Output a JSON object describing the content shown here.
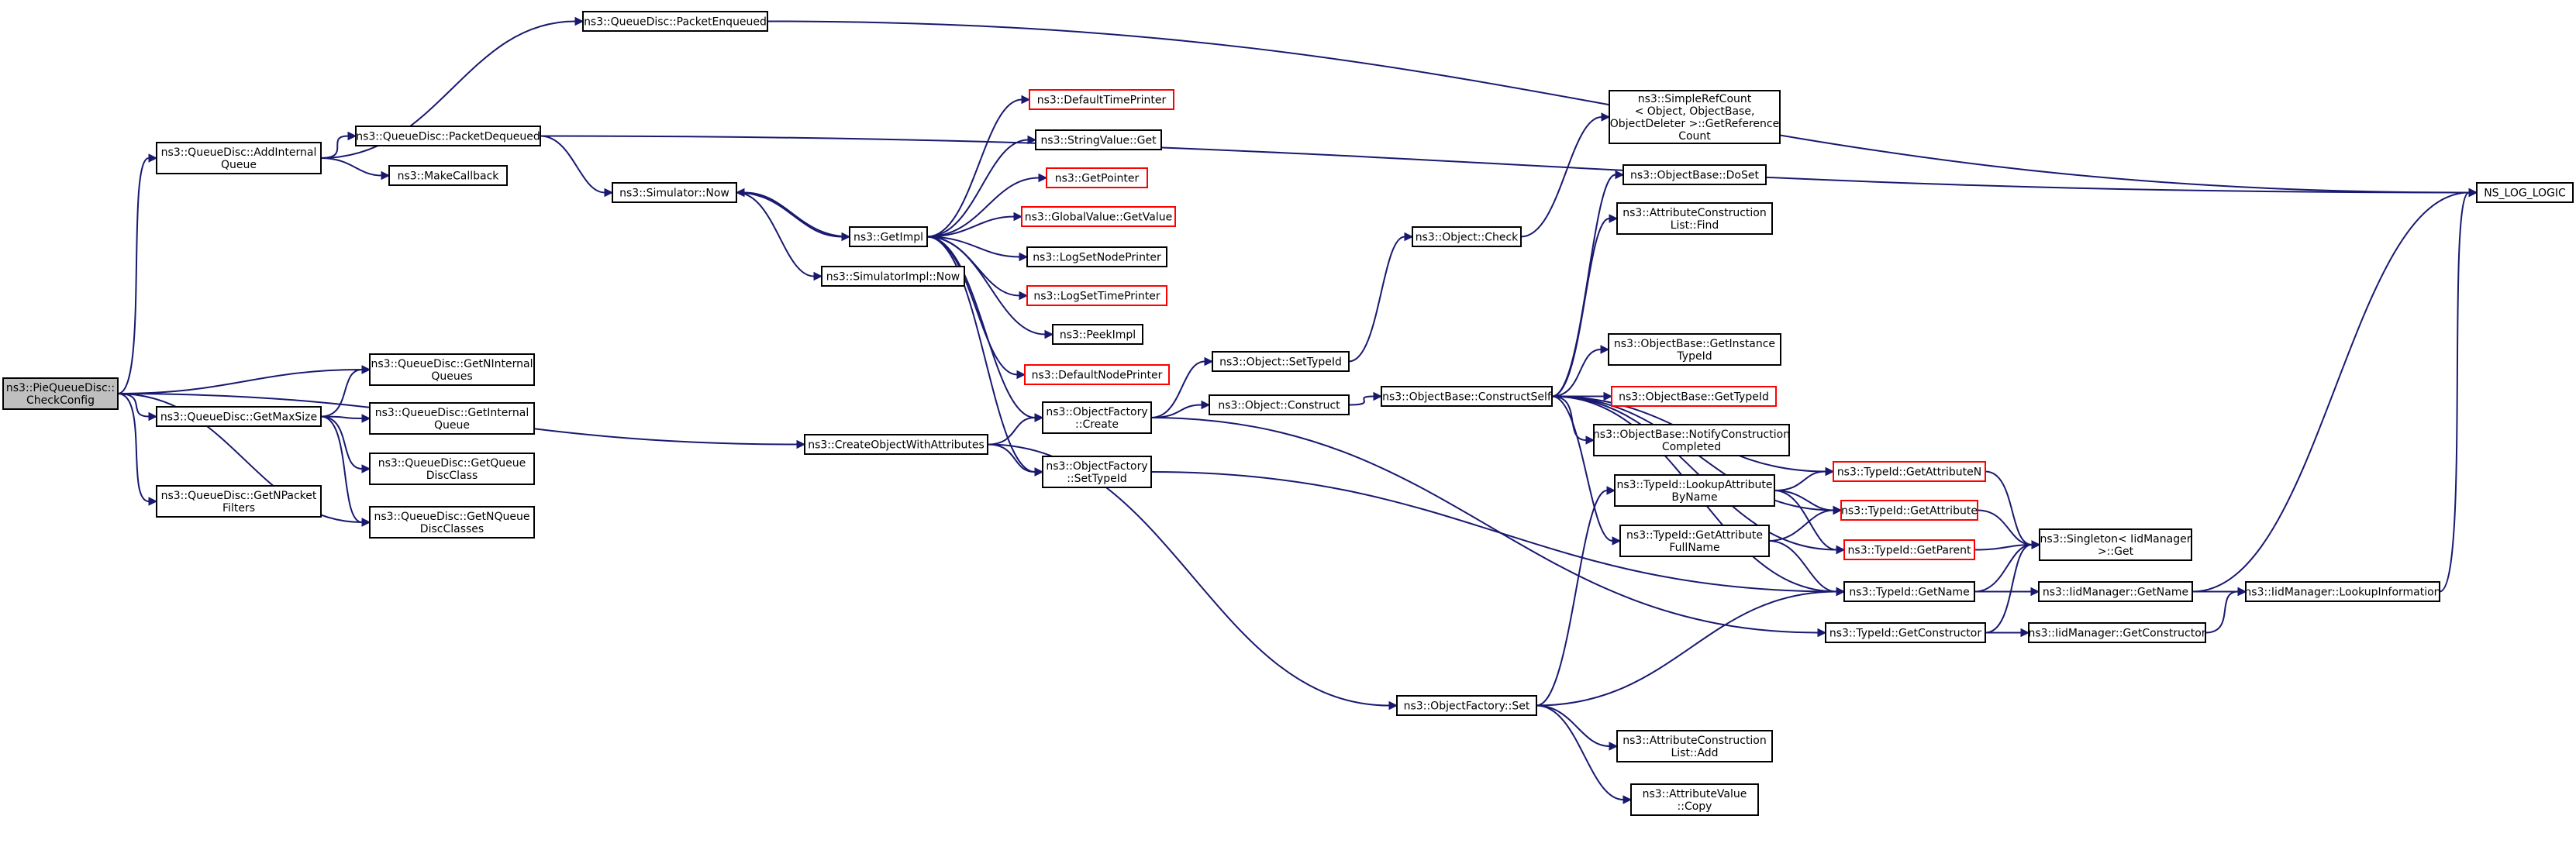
{
  "diagram": {
    "nodes": [
      {
        "id": "root",
        "lines": [
          "ns3::PieQueueDisc::",
          "CheckConfig"
        ],
        "style": "root"
      },
      {
        "id": "addInternalQueue",
        "lines": [
          "ns3::QueueDisc::AddInternal",
          "Queue"
        ],
        "style": "normal"
      },
      {
        "id": "getMaxSize",
        "lines": [
          "ns3::QueueDisc::GetMaxSize"
        ],
        "style": "normal"
      },
      {
        "id": "getNPacketFilters",
        "lines": [
          "ns3::QueueDisc::GetNPacket",
          "Filters"
        ],
        "style": "normal"
      },
      {
        "id": "packetEnqueued",
        "lines": [
          "ns3::QueueDisc::PacketEnqueued"
        ],
        "style": "normal"
      },
      {
        "id": "packetDequeued",
        "lines": [
          "ns3::QueueDisc::PacketDequeued"
        ],
        "style": "normal"
      },
      {
        "id": "makeCallback",
        "lines": [
          "ns3::MakeCallback"
        ],
        "style": "normal"
      },
      {
        "id": "getNInternalQueues",
        "lines": [
          "ns3::QueueDisc::GetNInternal",
          "Queues"
        ],
        "style": "normal"
      },
      {
        "id": "getInternalQueue",
        "lines": [
          "ns3::QueueDisc::GetInternal",
          "Queue"
        ],
        "style": "normal"
      },
      {
        "id": "getQueueDiscClass",
        "lines": [
          "ns3::QueueDisc::GetQueue",
          "DiscClass"
        ],
        "style": "normal"
      },
      {
        "id": "getNQueueDiscClasses",
        "lines": [
          "ns3::QueueDisc::GetNQueue",
          "DiscClasses"
        ],
        "style": "normal"
      },
      {
        "id": "simulatorNow",
        "lines": [
          "ns3::Simulator::Now"
        ],
        "style": "normal"
      },
      {
        "id": "createObjectWithAttributes",
        "lines": [
          "ns3::CreateObjectWithAttributes"
        ],
        "style": "normal"
      },
      {
        "id": "getImpl",
        "lines": [
          "ns3::GetImpl"
        ],
        "style": "normal"
      },
      {
        "id": "simulatorImplNow",
        "lines": [
          "ns3::SimulatorImpl::Now"
        ],
        "style": "normal"
      },
      {
        "id": "defaultTimePrinter",
        "lines": [
          "ns3::DefaultTimePrinter"
        ],
        "style": "red"
      },
      {
        "id": "stringValueGet",
        "lines": [
          "ns3::StringValue::Get"
        ],
        "style": "normal"
      },
      {
        "id": "getPointer",
        "lines": [
          "ns3::GetPointer"
        ],
        "style": "red"
      },
      {
        "id": "globalValueGetValue",
        "lines": [
          "ns3::GlobalValue::GetValue"
        ],
        "style": "red"
      },
      {
        "id": "logSetNodePrinter",
        "lines": [
          "ns3::LogSetNodePrinter"
        ],
        "style": "normal"
      },
      {
        "id": "logSetTimePrinter",
        "lines": [
          "ns3::LogSetTimePrinter"
        ],
        "style": "red"
      },
      {
        "id": "peekImpl",
        "lines": [
          "ns3::PeekImpl"
        ],
        "style": "normal"
      },
      {
        "id": "defaultNodePrinter",
        "lines": [
          "ns3::DefaultNodePrinter"
        ],
        "style": "red"
      },
      {
        "id": "objectFactoryCreate",
        "lines": [
          "ns3::ObjectFactory",
          "::Create"
        ],
        "style": "normal"
      },
      {
        "id": "objectFactorySetTypeId",
        "lines": [
          "ns3::ObjectFactory",
          "::SetTypeId"
        ],
        "style": "normal"
      },
      {
        "id": "objectSetTypeId",
        "lines": [
          "ns3::Object::SetTypeId"
        ],
        "style": "normal"
      },
      {
        "id": "objectConstruct",
        "lines": [
          "ns3::Object::Construct"
        ],
        "style": "normal"
      },
      {
        "id": "objectCheck",
        "lines": [
          "ns3::Object::Check"
        ],
        "style": "normal"
      },
      {
        "id": "objectBaseConstructSelf",
        "lines": [
          "ns3::ObjectBase::ConstructSelf"
        ],
        "style": "normal"
      },
      {
        "id": "objectFactorySet",
        "lines": [
          "ns3::ObjectFactory::Set"
        ],
        "style": "normal"
      },
      {
        "id": "simpleRefCount",
        "lines": [
          "ns3::SimpleRefCount",
          "< Object, ObjectBase,",
          "ObjectDeleter >::GetReference",
          "Count"
        ],
        "style": "normal"
      },
      {
        "id": "objectBaseDoSet",
        "lines": [
          "ns3::ObjectBase::DoSet"
        ],
        "style": "normal"
      },
      {
        "id": "attrConstructionListFind",
        "lines": [
          "ns3::AttributeConstruction",
          "List::Find"
        ],
        "style": "normal"
      },
      {
        "id": "objectBaseGetInstanceTypeId",
        "lines": [
          "ns3::ObjectBase::GetInstance",
          "TypeId"
        ],
        "style": "normal"
      },
      {
        "id": "objectBaseGetTypeId",
        "lines": [
          "ns3::ObjectBase::GetTypeId"
        ],
        "style": "red"
      },
      {
        "id": "objectBaseNotifyConstructionCompleted",
        "lines": [
          "ns3::ObjectBase::NotifyConstruction",
          "Completed"
        ],
        "style": "normal"
      },
      {
        "id": "typeIdLookupAttributeByName",
        "lines": [
          "ns3::TypeId::LookupAttribute",
          "ByName"
        ],
        "style": "normal"
      },
      {
        "id": "typeIdGetAttributeFullName",
        "lines": [
          "ns3::TypeId::GetAttribute",
          "FullName"
        ],
        "style": "normal"
      },
      {
        "id": "attrConstructionListAdd",
        "lines": [
          "ns3::AttributeConstruction",
          "List::Add"
        ],
        "style": "normal"
      },
      {
        "id": "attributeValueCopy",
        "lines": [
          "ns3::AttributeValue",
          "::Copy"
        ],
        "style": "normal"
      },
      {
        "id": "typeIdGetAttributeN",
        "lines": [
          "ns3::TypeId::GetAttributeN"
        ],
        "style": "red"
      },
      {
        "id": "typeIdGetAttribute",
        "lines": [
          "ns3::TypeId::GetAttribute"
        ],
        "style": "red"
      },
      {
        "id": "typeIdGetParent",
        "lines": [
          "ns3::TypeId::GetParent"
        ],
        "style": "red"
      },
      {
        "id": "typeIdGetName",
        "lines": [
          "ns3::TypeId::GetName"
        ],
        "style": "normal"
      },
      {
        "id": "typeIdGetConstructor",
        "lines": [
          "ns3::TypeId::GetConstructor"
        ],
        "style": "normal"
      },
      {
        "id": "singletonGet",
        "lines": [
          "ns3::Singleton< IidManager",
          ">::Get"
        ],
        "style": "normal"
      },
      {
        "id": "iidManagerGetName",
        "lines": [
          "ns3::IidManager::GetName"
        ],
        "style": "normal"
      },
      {
        "id": "iidManagerGetConstructor",
        "lines": [
          "ns3::IidManager::GetConstructor"
        ],
        "style": "normal"
      },
      {
        "id": "iidManagerLookupInformation",
        "lines": [
          "ns3::IidManager::LookupInformation"
        ],
        "style": "normal"
      },
      {
        "id": "nsLogLogic",
        "lines": [
          "NS_LOG_LOGIC"
        ],
        "style": "normal"
      }
    ],
    "edges": [
      [
        "root",
        "addInternalQueue"
      ],
      [
        "root",
        "getNInternalQueues"
      ],
      [
        "root",
        "getMaxSize"
      ],
      [
        "root",
        "getNPacketFilters"
      ],
      [
        "root",
        "getNQueueDiscClasses"
      ],
      [
        "root",
        "createObjectWithAttributes"
      ],
      [
        "addInternalQueue",
        "packetEnqueued"
      ],
      [
        "addInternalQueue",
        "packetDequeued"
      ],
      [
        "addInternalQueue",
        "makeCallback"
      ],
      [
        "getMaxSize",
        "getNInternalQueues"
      ],
      [
        "getMaxSize",
        "getInternalQueue"
      ],
      [
        "getMaxSize",
        "getQueueDiscClass"
      ],
      [
        "getMaxSize",
        "getNQueueDiscClasses"
      ],
      [
        "packetEnqueued",
        "nsLogLogic"
      ],
      [
        "packetDequeued",
        "nsLogLogic"
      ],
      [
        "packetDequeued",
        "simulatorNow"
      ],
      [
        "simulatorNow",
        "getImpl"
      ],
      [
        "simulatorNow",
        "simulatorImplNow"
      ],
      [
        "getImpl",
        "defaultTimePrinter"
      ],
      [
        "getImpl",
        "stringValueGet"
      ],
      [
        "getImpl",
        "getPointer"
      ],
      [
        "getImpl",
        "globalValueGetValue"
      ],
      [
        "getImpl",
        "logSetNodePrinter"
      ],
      [
        "getImpl",
        "logSetTimePrinter"
      ],
      [
        "getImpl",
        "peekImpl"
      ],
      [
        "getImpl",
        "defaultNodePrinter"
      ],
      [
        "getImpl",
        "objectFactoryCreate"
      ],
      [
        "getImpl",
        "objectFactorySetTypeId"
      ],
      [
        "getImpl",
        "simulatorNow"
      ],
      [
        "createObjectWithAttributes",
        "objectFactoryCreate"
      ],
      [
        "createObjectWithAttributes",
        "objectFactorySetTypeId"
      ],
      [
        "createObjectWithAttributes",
        "objectFactorySet"
      ],
      [
        "objectFactoryCreate",
        "objectSetTypeId"
      ],
      [
        "objectFactoryCreate",
        "objectConstruct"
      ],
      [
        "objectFactoryCreate",
        "typeIdGetConstructor"
      ],
      [
        "objectFactorySetTypeId",
        "typeIdGetName"
      ],
      [
        "objectSetTypeId",
        "objectCheck"
      ],
      [
        "objectCheck",
        "simpleRefCount"
      ],
      [
        "objectConstruct",
        "objectBaseConstructSelf"
      ],
      [
        "objectBaseConstructSelf",
        "objectBaseDoSet"
      ],
      [
        "objectBaseConstructSelf",
        "attrConstructionListFind"
      ],
      [
        "objectBaseConstructSelf",
        "objectBaseGetInstanceTypeId"
      ],
      [
        "objectBaseConstructSelf",
        "objectBaseGetTypeId"
      ],
      [
        "objectBaseConstructSelf",
        "objectBaseNotifyConstructionCompleted"
      ],
      [
        "objectBaseConstructSelf",
        "typeIdGetAttributeN"
      ],
      [
        "objectBaseConstructSelf",
        "typeIdGetAttribute"
      ],
      [
        "objectBaseConstructSelf",
        "typeIdGetAttributeFullName"
      ],
      [
        "objectBaseConstructSelf",
        "typeIdGetParent"
      ],
      [
        "objectBaseConstructSelf",
        "typeIdGetName"
      ],
      [
        "objectFactorySet",
        "typeIdLookupAttributeByName"
      ],
      [
        "objectFactorySet",
        "typeIdGetName"
      ],
      [
        "objectFactorySet",
        "attrConstructionListAdd"
      ],
      [
        "objectFactorySet",
        "attributeValueCopy"
      ],
      [
        "typeIdLookupAttributeByName",
        "typeIdGetAttributeN"
      ],
      [
        "typeIdLookupAttributeByName",
        "typeIdGetAttribute"
      ],
      [
        "typeIdLookupAttributeByName",
        "typeIdGetParent"
      ],
      [
        "typeIdGetAttributeFullName",
        "typeIdGetAttribute"
      ],
      [
        "typeIdGetAttributeFullName",
        "typeIdGetName"
      ],
      [
        "typeIdGetAttributeN",
        "singletonGet"
      ],
      [
        "typeIdGetAttribute",
        "singletonGet"
      ],
      [
        "typeIdGetParent",
        "singletonGet"
      ],
      [
        "typeIdGetName",
        "singletonGet"
      ],
      [
        "typeIdGetName",
        "iidManagerGetName"
      ],
      [
        "typeIdGetConstructor",
        "singletonGet"
      ],
      [
        "typeIdGetConstructor",
        "iidManagerGetConstructor"
      ],
      [
        "iidManagerGetName",
        "iidManagerLookupInformation"
      ],
      [
        "iidManagerGetName",
        "nsLogLogic"
      ],
      [
        "iidManagerGetConstructor",
        "iidManagerLookupInformation"
      ],
      [
        "iidManagerLookupInformation",
        "nsLogLogic"
      ]
    ]
  }
}
